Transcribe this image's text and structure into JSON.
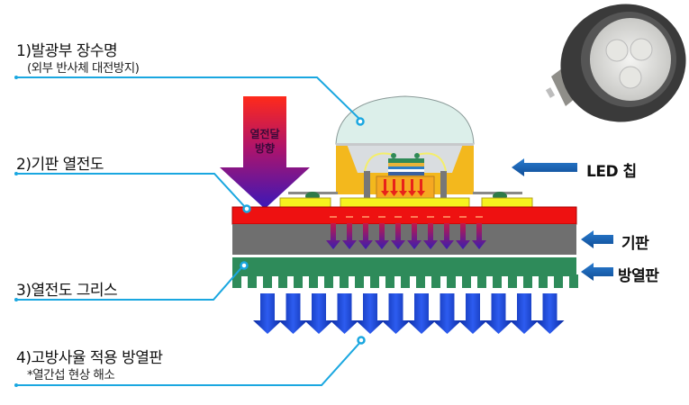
{
  "callouts": [
    {
      "title": "1)발광부 장수명",
      "subtitle": "(외부 반사체 대전방지)"
    },
    {
      "title": "2)기판 열전도",
      "subtitle": ""
    },
    {
      "title": "3)열전도 그리스",
      "subtitle": ""
    },
    {
      "title": "4)고방사율 적용 방열판",
      "subtitle": "*열간섭 현상 해소"
    }
  ],
  "right_labels": {
    "led_chip": "LED 칩",
    "substrate": "기판",
    "heatsink": "방열판"
  },
  "heat_arrow": {
    "line1": "열전달",
    "line2": "방향"
  },
  "colors": {
    "callout_line": "#1aa7e0",
    "substrate_top": "#ee1111",
    "substrate": "#6f6f6f",
    "heatsink": "#2e8b5a",
    "side_arrow": "#1565b8",
    "down_arrow": "#1230c8",
    "dome": "#dff0ec",
    "reflector": "#f4b81c",
    "pad": "#f6f21e"
  },
  "image": {
    "name": "MR16 LED lamp photo"
  }
}
